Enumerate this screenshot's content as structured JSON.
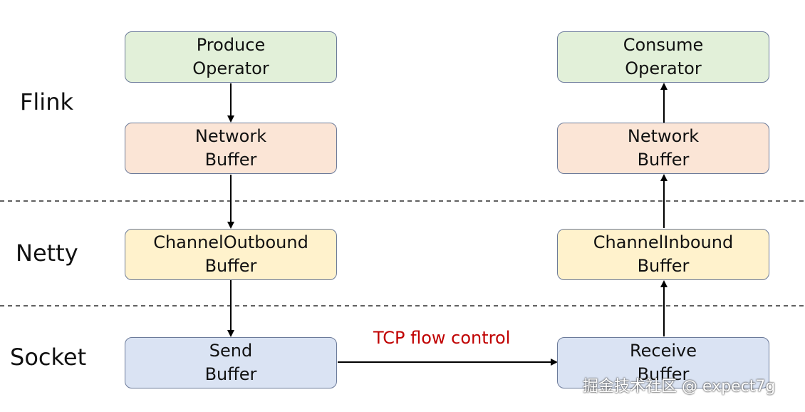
{
  "layers": {
    "flink": "Flink",
    "netty": "Netty",
    "socket": "Socket"
  },
  "sender": {
    "produce_operator": [
      "Produce",
      "Operator"
    ],
    "network_buffer": [
      "Network",
      "Buffer"
    ],
    "channel_outbound_buffer": [
      "ChannelOutbound",
      "Buffer"
    ],
    "send_buffer": [
      "Send",
      "Buffer"
    ]
  },
  "receiver": {
    "consume_operator": [
      "Consume",
      "Operator"
    ],
    "network_buffer": [
      "Network",
      "Buffer"
    ],
    "channel_inbound_buffer": [
      "ChannelInbound",
      "Buffer"
    ],
    "receive_buffer": [
      "Receive",
      "Buffer"
    ]
  },
  "link_label": "TCP flow control",
  "watermark": "掘金技术社区 @ expect7g",
  "colors": {
    "operator_fill": "#e2f0d9",
    "network_buffer_fill": "#fbe5d6",
    "netty_buffer_fill": "#fff2cc",
    "socket_buffer_fill": "#dae3f3",
    "box_border": "#6b7a99",
    "link_label": "#c00000"
  }
}
